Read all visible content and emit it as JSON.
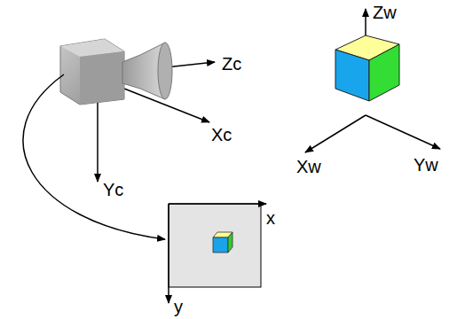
{
  "diagram": {
    "labels": [
      "Zc",
      "Xc",
      "Yc",
      "x",
      "y",
      "Zw",
      "Xw",
      "Yw"
    ]
  }
}
